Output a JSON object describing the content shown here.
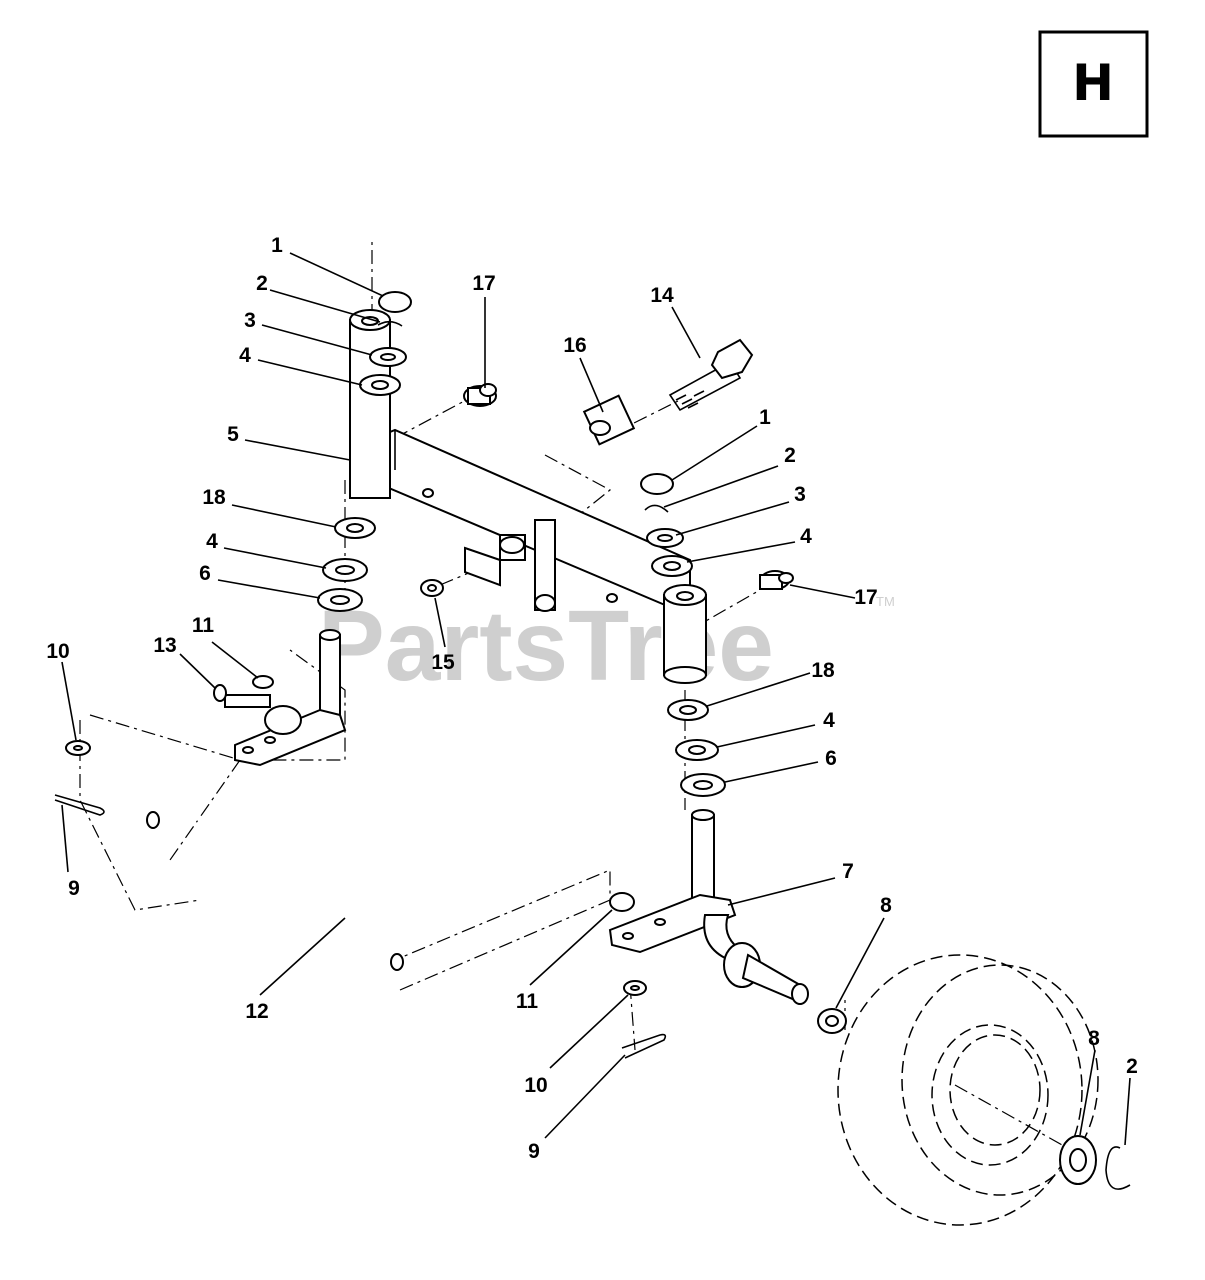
{
  "section_letter": "H",
  "watermark": {
    "brand": "PartsTree",
    "trademark": "TM"
  },
  "callouts": {
    "l_cap": "1",
    "l_clip": "2",
    "l_washer3": "3",
    "l_washer4": "4",
    "l_spindle_tube": "5",
    "l_washer18": "18",
    "l_washer4b": "4",
    "l_washer6": "6",
    "l_cotter10": "10",
    "l_cotter9": "9",
    "l_bolt13": "13",
    "l_nut11": "11",
    "l_tierod12": "12",
    "r_fitting17_top": "17",
    "r_spacer16": "16",
    "r_bolt14": "14",
    "r_nut15": "15",
    "r_cap": "1",
    "r_clip": "2",
    "r_washer3": "3",
    "r_washer4": "4",
    "r_fitting17": "17",
    "r_washer18": "18",
    "r_washer4b": "4",
    "r_washer6": "6",
    "r_spindle7": "7",
    "r_washer8": "8",
    "r_nut11": "11",
    "r_cotter10": "10",
    "r_cotter9": "9",
    "r_washer8b": "8",
    "r_clip2b": "2"
  }
}
